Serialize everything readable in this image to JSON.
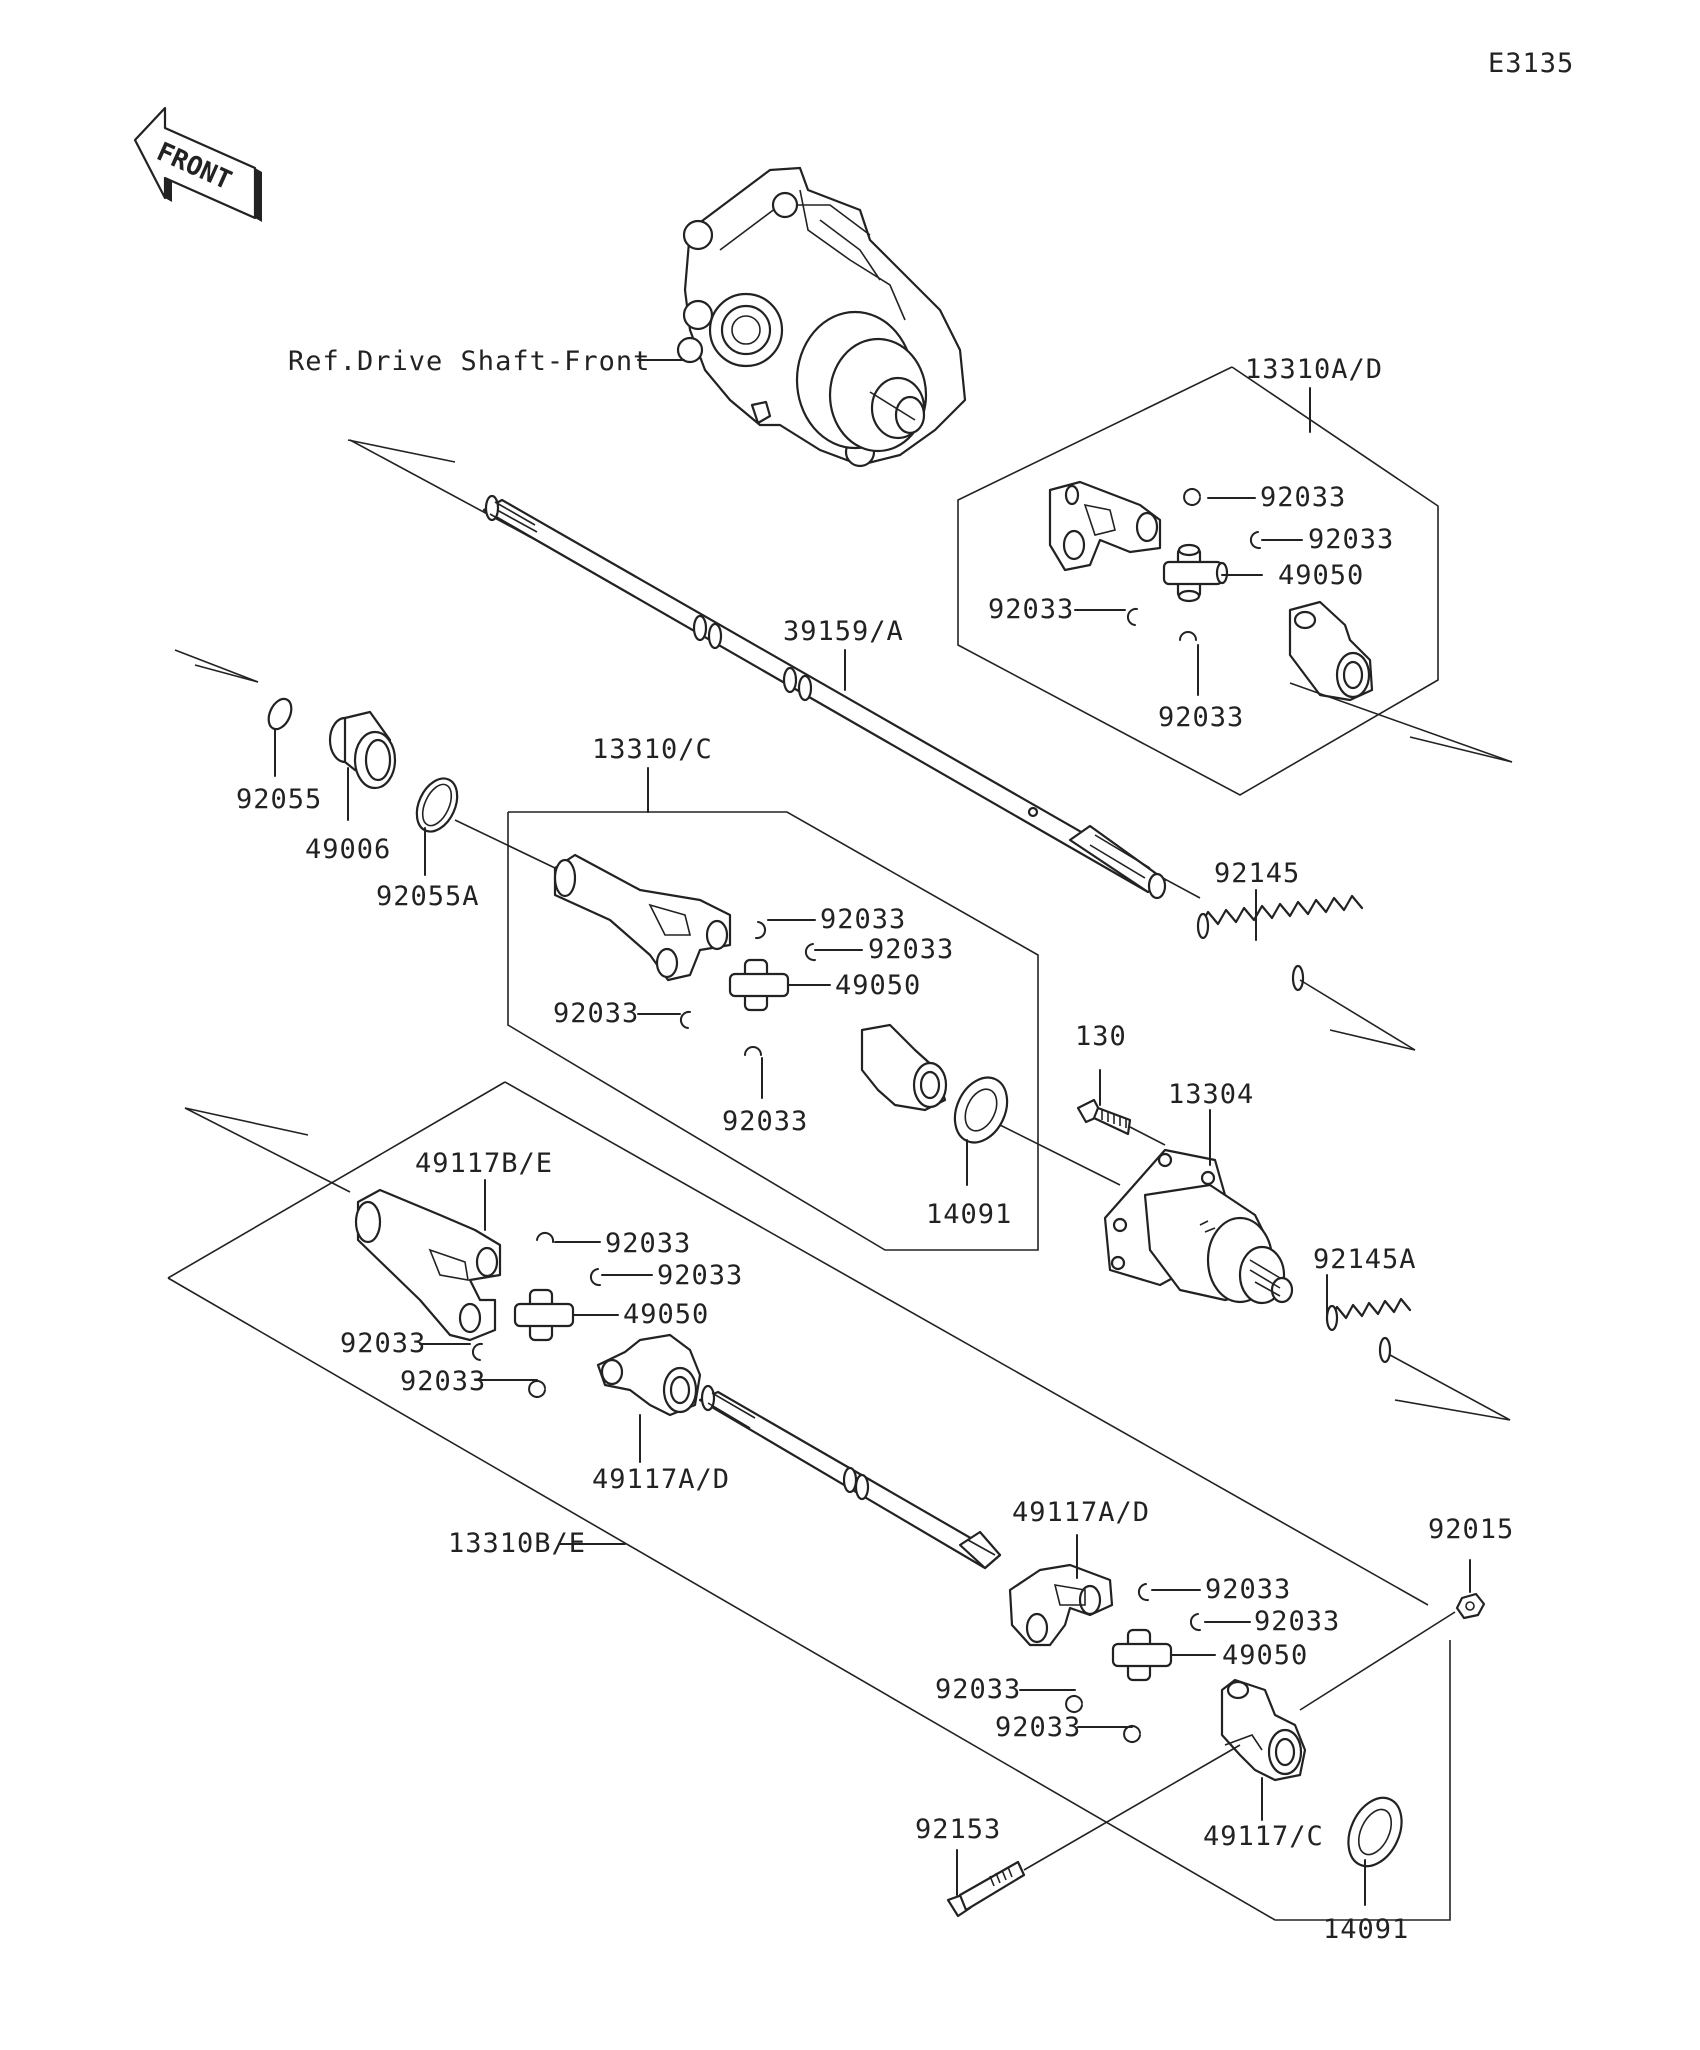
{
  "diagram_id": "E3135",
  "front_label": "FRONT",
  "ref_label": "Ref.Drive Shaft-Front",
  "callouts": {
    "c_13310AD": "13310A/D",
    "c_92033_a1": "92033",
    "c_92033_a2": "92033",
    "c_49050_a": "49050",
    "c_92033_a3": "92033",
    "c_92033_a4": "92033",
    "c_39159A": "39159/A",
    "c_92055": "92055",
    "c_49006": "49006",
    "c_92055A": "92055A",
    "c_13310C": "13310/C",
    "c_92033_c1": "92033",
    "c_92033_c2": "92033",
    "c_49050_c": "49050",
    "c_92033_c3": "92033",
    "c_92033_c4": "92033",
    "c_14091_c": "14091",
    "c_92145": "92145",
    "c_130": "130",
    "c_13304": "13304",
    "c_92145A": "92145A",
    "c_49117BE": "49117B/E",
    "c_92033_b1": "92033",
    "c_92033_b2": "92033",
    "c_49050_b": "49050",
    "c_92033_b3": "92033",
    "c_92033_b4": "92033",
    "c_49117AD_1": "49117A/D",
    "c_13310BE": "13310B/E",
    "c_49117AD_2": "49117A/D",
    "c_92033_d1": "92033",
    "c_92033_d2": "92033",
    "c_49050_d": "49050",
    "c_92033_d3": "92033",
    "c_92033_d4": "92033",
    "c_92015": "92015",
    "c_49117C": "49117/C",
    "c_92153": "92153",
    "c_14091_d": "14091"
  }
}
